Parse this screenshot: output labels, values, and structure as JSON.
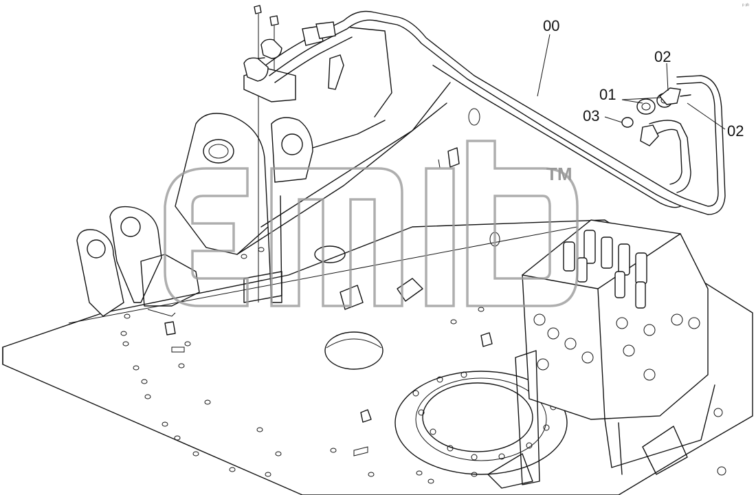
{
  "diagram": {
    "watermark_trademark": "TM",
    "corner_mark": "ᵖ ᵖᵇ",
    "callouts": [
      {
        "id": "hose-assembly",
        "label": "00"
      },
      {
        "id": "fitting-a",
        "label": "02"
      },
      {
        "id": "fitting-b",
        "label": "01"
      },
      {
        "id": "oring",
        "label": "03"
      },
      {
        "id": "fitting-c",
        "label": "02"
      }
    ]
  },
  "colors": {
    "line": "#111111",
    "watermark": "#9a9a9a",
    "background": "#ffffff"
  }
}
